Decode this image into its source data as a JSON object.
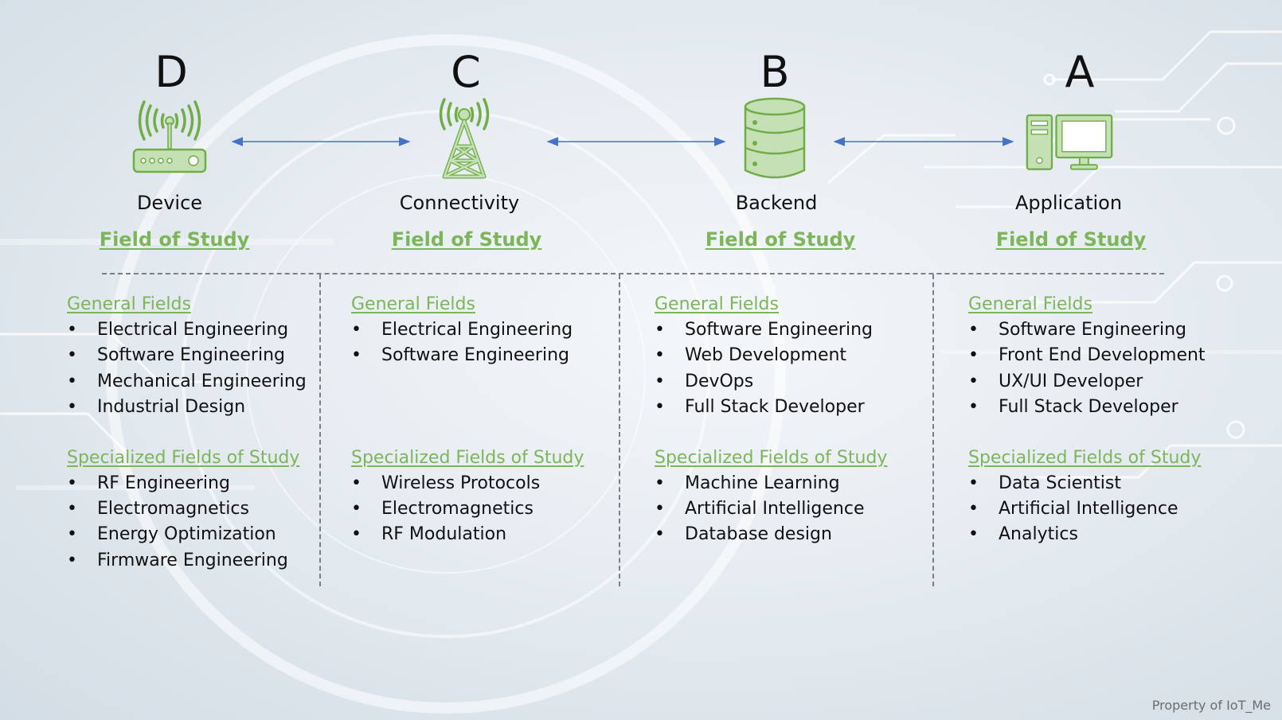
{
  "layers": [
    {
      "letter": "D",
      "name": "Device",
      "field_of_study": "Field of Study",
      "general_title": "General Fields",
      "general": [
        "Electrical Engineering",
        "Software Engineering",
        "Mechanical Engineering",
        "Industrial Design"
      ],
      "specialized_title": "Specialized Fields of Study",
      "specialized": [
        "RF Engineering",
        "Electromagnetics",
        "Energy Optimization",
        "Firmware Engineering"
      ],
      "icon": "router-icon"
    },
    {
      "letter": "C",
      "name": "Connectivity",
      "field_of_study": "Field of Study",
      "general_title": "General Fields",
      "general": [
        "Electrical Engineering",
        "Software Engineering"
      ],
      "specialized_title": "Specialized Fields of Study",
      "specialized": [
        "Wireless Protocols",
        "Electromagnetics",
        "RF Modulation"
      ],
      "icon": "cell-tower-icon"
    },
    {
      "letter": "B",
      "name": "Backend",
      "field_of_study": "Field of Study",
      "general_title": "General Fields",
      "general": [
        "Software Engineering",
        "Web Development",
        "DevOps",
        "Full Stack Developer"
      ],
      "specialized_title": "Specialized Fields of Study",
      "specialized": [
        "Machine Learning",
        "Artificial Intelligence",
        "Database design"
      ],
      "icon": "database-icon"
    },
    {
      "letter": "A",
      "name": "Application",
      "field_of_study": "Field of Study",
      "general_title": "General Fields",
      "general": [
        "Software Engineering",
        "Front End Development",
        "UX/UI Developer",
        "Full Stack Developer"
      ],
      "specialized_title": "Specialized Fields of Study",
      "specialized": [
        "Data Scientist",
        "Artificial Intelligence",
        "Analytics"
      ],
      "icon": "desktop-computer-icon"
    }
  ],
  "footer": "Property of IoT_Me",
  "colors": {
    "accent_green": "#7db55a",
    "icon_fill": "#c5e0b4",
    "icon_stroke": "#70ad47",
    "arrow": "#4472c4",
    "divider": "#7a7f86"
  }
}
